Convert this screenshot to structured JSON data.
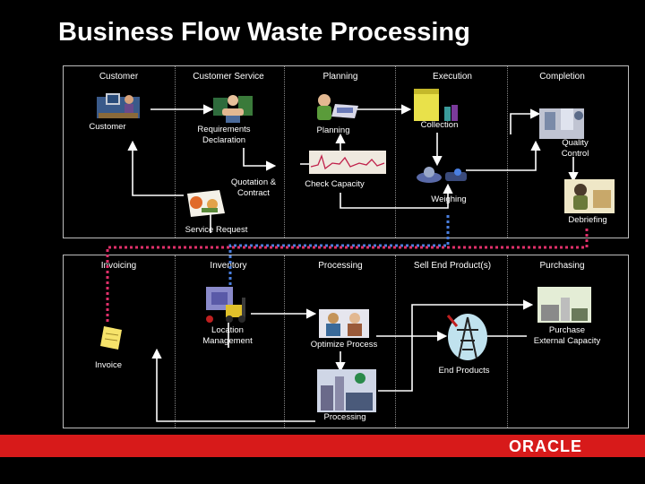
{
  "title": "Business Flow Waste Processing",
  "top_lanes": [
    "Customer",
    "Customer Service",
    "Planning",
    "Execution",
    "Completion"
  ],
  "bottom_lanes": [
    "Invoicing",
    "Inventory",
    "Processing",
    "Sell End Product(s)",
    "Purchasing"
  ],
  "nodes": {
    "customer": "Customer",
    "requirements": "Requirements\nDeclaration",
    "quotation": "Quotation &\nContract",
    "planning": "Planning",
    "check_capacity": "Check Capacity",
    "collection": "Collection",
    "weighing": "Weighing",
    "quality_control": "Quality\nControl",
    "debriefing": "Debriefing",
    "service_request": "Service Request",
    "location_management": "Location\nManagement",
    "invoice": "Invoice",
    "optimize_process": "Optimize Process",
    "processing": "Processing",
    "end_products": "End Products",
    "purchase_external": "Purchase\nExternal Capacity"
  },
  "footer": {
    "logo": "ORACLE",
    "color": "#d71a1a"
  },
  "colors": {
    "line": "#ffffff",
    "blue_dotted": "#4a7fe0",
    "pink_dotted": "#e0306a"
  },
  "icons": [
    "computer-user-icon",
    "handshake-icon",
    "desk-worker-icon",
    "contract-icon",
    "chart-icon",
    "bins-icon",
    "scale-icon",
    "lab-icon",
    "office-worker-icon",
    "forklift-icon",
    "invoice-note-icon",
    "engineers-icon",
    "factory-icon",
    "power-pylon-icon",
    "plant-icon"
  ]
}
